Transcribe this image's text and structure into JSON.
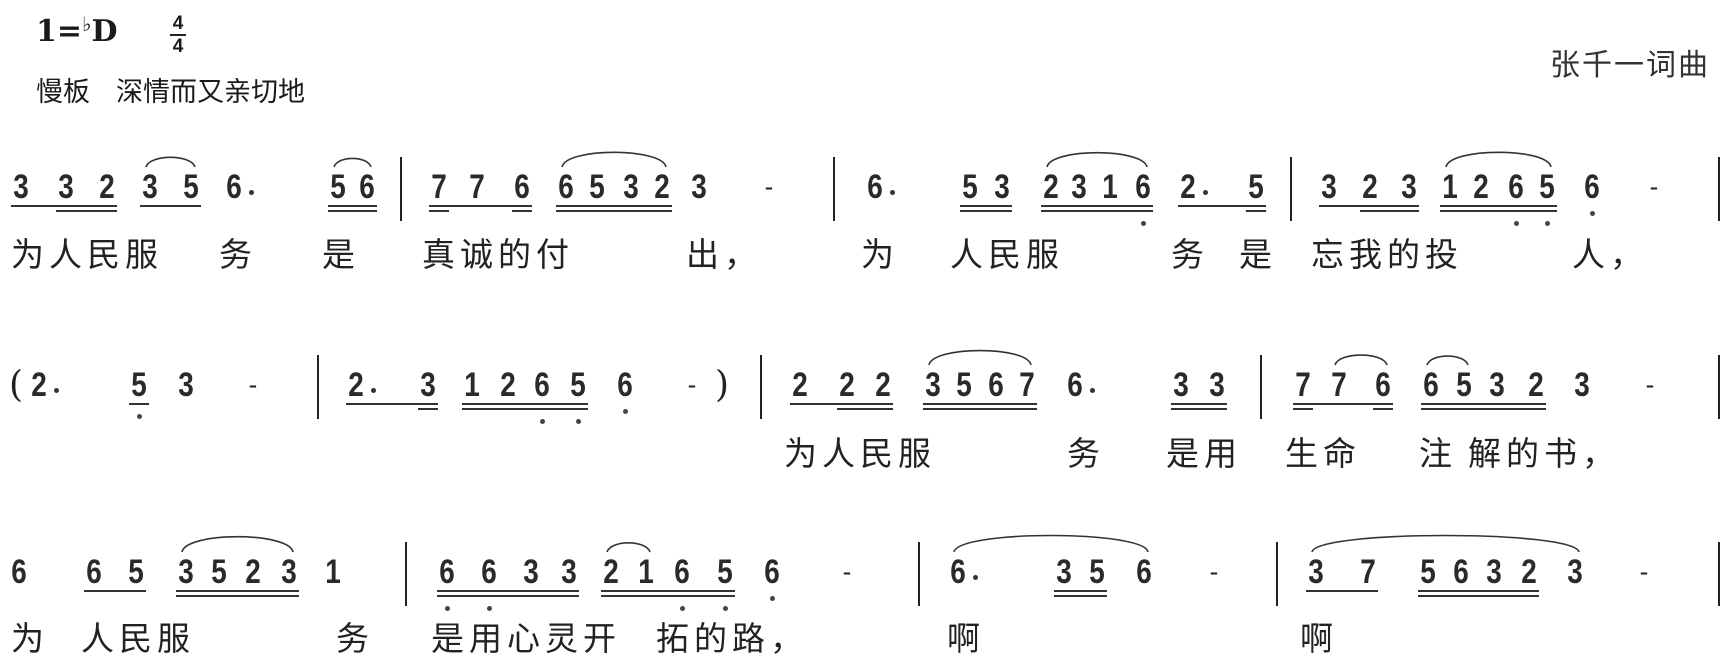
{
  "header": {
    "key_prefix": "1=",
    "key_flat": "♭",
    "key_note": "D",
    "time_top": "4",
    "time_bottom": "4",
    "tempo": "慢板",
    "expression": "深情而又亲切地",
    "author": "张千一词曲"
  },
  "rows": [
    {
      "tokens": [
        {
          "t": "3",
          "u": 1,
          "g": 1
        },
        {
          "t": "3",
          "u": 2,
          "g": 1
        },
        {
          "t": "2",
          "u": 2,
          "g": 1
        },
        {
          "t": "3",
          "u": 1,
          "g": 2
        },
        {
          "t": "5",
          "u": 1,
          "g": 2
        },
        {
          "t": "6",
          "dot": true
        },
        {
          "t": "5",
          "u": 2,
          "g": 3
        },
        {
          "t": "6",
          "u": 2,
          "g": 3
        },
        {
          "t": "|"
        },
        {
          "t": "7",
          "u": 2,
          "g": 4
        },
        {
          "t": "7",
          "u": 1,
          "g": 4
        },
        {
          "t": "6",
          "u": 2,
          "g": 4
        },
        {
          "t": "6",
          "u": 2,
          "g": 5
        },
        {
          "t": "5",
          "u": 2,
          "g": 5
        },
        {
          "t": "3",
          "u": 2,
          "g": 5
        },
        {
          "t": "2",
          "u": 2,
          "g": 5
        },
        {
          "t": "3"
        },
        {
          "t": "-"
        },
        {
          "t": "|"
        },
        {
          "t": "6",
          "dot": true
        },
        {
          "t": "5",
          "u": 2,
          "g": 6
        },
        {
          "t": "3",
          "u": 2,
          "g": 6
        },
        {
          "t": "2",
          "u": 2,
          "g": 7
        },
        {
          "t": "3",
          "u": 2,
          "g": 7
        },
        {
          "t": "1",
          "u": 2,
          "g": 7
        },
        {
          "t": "6",
          "u": 2,
          "g": 7,
          "lo": true
        },
        {
          "t": "2",
          "u": 1,
          "g": 8,
          "dot": true
        },
        {
          "t": "5",
          "u": 2,
          "g": 8
        },
        {
          "t": "|"
        },
        {
          "t": "3",
          "u": 1,
          "g": 9
        },
        {
          "t": "2",
          "u": 2,
          "g": 9
        },
        {
          "t": "3",
          "u": 2,
          "g": 9
        },
        {
          "t": "1",
          "u": 2,
          "g": 10
        },
        {
          "t": "2",
          "u": 2,
          "g": 10
        },
        {
          "t": "6",
          "u": 2,
          "g": 10,
          "lo": true
        },
        {
          "t": "5",
          "u": 2,
          "g": 10,
          "lo": true
        },
        {
          "t": "6",
          "lo": true
        },
        {
          "t": "-"
        },
        {
          "t": "|"
        }
      ],
      "lyrics": [
        "为人民服",
        "务",
        "是",
        "真诚的付",
        "出，",
        "为",
        "人民服",
        "务",
        "是",
        "忘我的投",
        "人，"
      ]
    },
    {
      "tokens": [
        {
          "t": "("
        },
        {
          "t": "2",
          "dot": true
        },
        {
          "t": "5",
          "u": 1,
          "g": 1,
          "lo": true
        },
        {
          "t": "3"
        },
        {
          "t": "-"
        },
        {
          "t": "|"
        },
        {
          "t": "2",
          "u": 1,
          "g": 2,
          "dot": true
        },
        {
          "t": "3",
          "u": 2,
          "g": 2
        },
        {
          "t": "1",
          "u": 2,
          "g": 3
        },
        {
          "t": "2",
          "u": 2,
          "g": 3
        },
        {
          "t": "6",
          "u": 2,
          "g": 3,
          "lo": true
        },
        {
          "t": "5",
          "u": 2,
          "g": 3,
          "lo": true
        },
        {
          "t": "6",
          "lo": true
        },
        {
          "t": "-"
        },
        {
          "t": ")"
        },
        {
          "t": "|"
        },
        {
          "t": "2",
          "u": 1,
          "g": 4
        },
        {
          "t": "2",
          "u": 2,
          "g": 4
        },
        {
          "t": "2",
          "u": 2,
          "g": 4
        },
        {
          "t": "3",
          "u": 2,
          "g": 5
        },
        {
          "t": "5",
          "u": 2,
          "g": 5
        },
        {
          "t": "6",
          "u": 2,
          "g": 5
        },
        {
          "t": "7",
          "u": 2,
          "g": 5
        },
        {
          "t": "6",
          "dot": true
        },
        {
          "t": "3",
          "u": 2,
          "g": 6
        },
        {
          "t": "3",
          "u": 2,
          "g": 6
        },
        {
          "t": "|"
        },
        {
          "t": "7",
          "u": 2,
          "g": 7
        },
        {
          "t": "7",
          "u": 1,
          "g": 7
        },
        {
          "t": "6",
          "u": 2,
          "g": 7
        },
        {
          "t": "6",
          "u": 2,
          "g": 8
        },
        {
          "t": "5",
          "u": 2,
          "g": 8
        },
        {
          "t": "3",
          "u": 2,
          "g": 8
        },
        {
          "t": "2",
          "u": 2,
          "g": 8
        },
        {
          "t": "3"
        },
        {
          "t": "-"
        },
        {
          "t": "|"
        }
      ],
      "lyrics": [
        "为人民服",
        "务",
        "是用",
        "生命",
        "注",
        "解的书，"
      ]
    },
    {
      "tokens": [
        {
          "t": "6"
        },
        {
          "t": "6",
          "u": 1,
          "g": 1
        },
        {
          "t": "5",
          "u": 1,
          "g": 1
        },
        {
          "t": "3",
          "u": 2,
          "g": 2
        },
        {
          "t": "5",
          "u": 2,
          "g": 2
        },
        {
          "t": "2",
          "u": 2,
          "g": 2
        },
        {
          "t": "3",
          "u": 2,
          "g": 2
        },
        {
          "t": "1"
        },
        {
          "t": "|"
        },
        {
          "t": "6",
          "u": 2,
          "g": 3,
          "lo": true
        },
        {
          "t": "6",
          "u": 2,
          "g": 3,
          "lo": true
        },
        {
          "t": "3",
          "u": 2,
          "g": 3
        },
        {
          "t": "3",
          "u": 2,
          "g": 3
        },
        {
          "t": "2",
          "u": 2,
          "g": 4
        },
        {
          "t": "1",
          "u": 2,
          "g": 4
        },
        {
          "t": "6",
          "u": 2,
          "g": 4,
          "lo": true
        },
        {
          "t": "5",
          "u": 2,
          "g": 4,
          "lo": true
        },
        {
          "t": "6",
          "lo": true
        },
        {
          "t": "-"
        },
        {
          "t": "|"
        },
        {
          "t": "6",
          "dot": true
        },
        {
          "t": "3",
          "u": 2,
          "g": 5
        },
        {
          "t": "5",
          "u": 2,
          "g": 5
        },
        {
          "t": "6"
        },
        {
          "t": "-"
        },
        {
          "t": "|"
        },
        {
          "t": "3",
          "u": 1,
          "g": 6
        },
        {
          "t": "7",
          "u": 1,
          "g": 6
        },
        {
          "t": "5",
          "u": 2,
          "g": 7
        },
        {
          "t": "6",
          "u": 2,
          "g": 7
        },
        {
          "t": "3",
          "u": 2,
          "g": 7
        },
        {
          "t": "2",
          "u": 2,
          "g": 7
        },
        {
          "t": "3"
        },
        {
          "t": "-"
        },
        {
          "t": "|"
        }
      ],
      "lyrics": [
        "为",
        "人民服",
        "务",
        "是用心灵开",
        "拓的路，",
        "啊",
        "啊"
      ]
    }
  ]
}
